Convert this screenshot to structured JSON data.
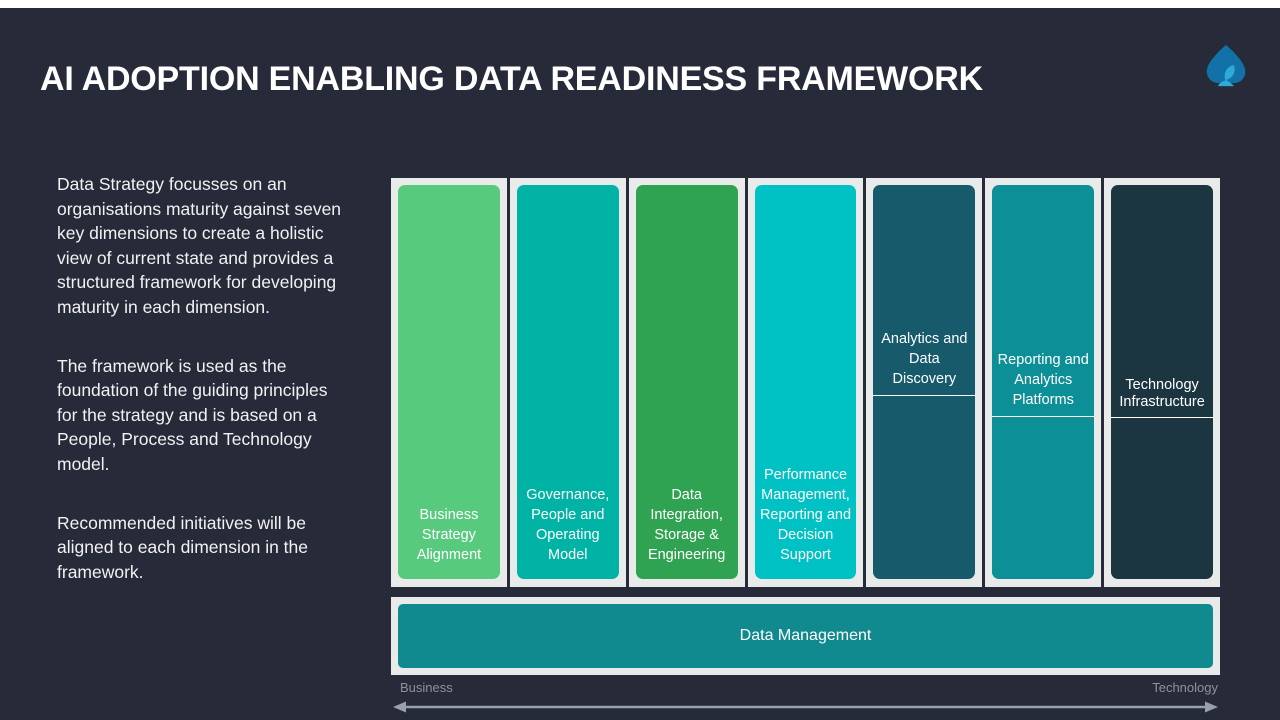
{
  "slide": {
    "title": "AI ADOPTION ENABLING DATA READINESS FRAMEWORK",
    "background_color": "#272A38",
    "logo_icon": "spade-droplet-logo-icon"
  },
  "description": {
    "paragraphs": [
      "Data Strategy focusses on an organisations maturity against seven key dimensions to create a holistic  view of current state and provides a  structured framework for developing  maturity in each dimension.",
      "The framework is used as the foundation of the guiding principles for the strategy and is based on a People, Process and Technology model.",
      "Recommended initiatives will be aligned to each dimension in the framework."
    ]
  },
  "framework": {
    "pillars": [
      {
        "label": "Business Strategy Alignment",
        "color": "#57ca7e",
        "split": false
      },
      {
        "label": "Governance, People and Operating Model",
        "color": "#00b3a4",
        "split": false
      },
      {
        "label": "Data Integration, Storage & Engineering",
        "color": "#30a352",
        "split": false
      },
      {
        "label": "Performance Management, Reporting and Decision Support",
        "color": "#00c2c4",
        "split": false
      },
      {
        "label": "Analytics and   Data Discovery",
        "color": "#175a6b",
        "split": true
      },
      {
        "label": "Reporting and Analytics Platforms",
        "color": "#0c8f96",
        "split": true
      },
      {
        "label": "Technology Infrastructure",
        "color": "#1b3641",
        "split": true
      }
    ],
    "foundation": {
      "label": "Data Management",
      "color": "#108a8e"
    },
    "axis": {
      "left_label": "Business",
      "right_label": "Technology",
      "line_color": "#9aa0ab"
    }
  }
}
